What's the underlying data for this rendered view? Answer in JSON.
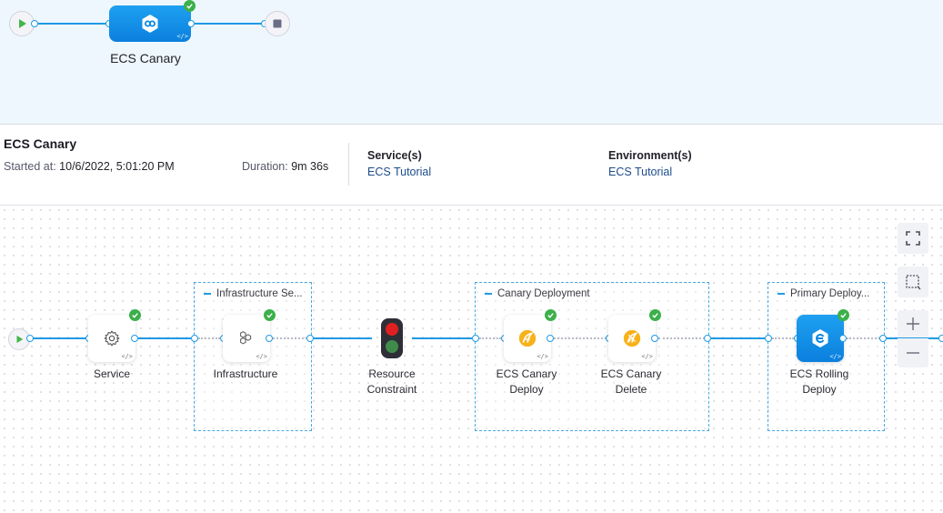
{
  "top_pipeline": {
    "stage_label": "ECS Canary",
    "code_icon": "</>"
  },
  "info": {
    "title": "ECS Canary",
    "started_label": "Started at:",
    "started_value": "10/6/2022, 5:01:20 PM",
    "duration_label": "Duration:",
    "duration_value": "9m 36s",
    "service_header": "Service(s)",
    "service_value": "ECS Tutorial",
    "environment_header": "Environment(s)",
    "environment_value": "ECS Tutorial"
  },
  "steps": {
    "service": "Service",
    "infrastructure_group": "Infrastructure Se...",
    "infrastructure": "Infrastructure",
    "resource_constraint": "Resource\nConstraint",
    "canary_group": "Canary Deployment",
    "canary_deploy": "ECS Canary\nDeploy",
    "canary_delete": "ECS Canary\nDelete",
    "primary_group": "Primary Deploy...",
    "rolling_deploy": "ECS Rolling\nDeploy",
    "code_icon": "</>"
  },
  "colors": {
    "accent": "#1f9be6",
    "success": "#3cb04a",
    "stage_blue": "#0b88e3",
    "link": "#1d4d8c"
  },
  "icons": [
    "play-icon",
    "stop-icon",
    "check-icon",
    "gear-icon",
    "hexagons-icon",
    "traffic-light-icon",
    "canary-icon",
    "ecs-icon",
    "fullscreen-icon",
    "select-area-icon",
    "zoom-in-icon",
    "zoom-out-icon"
  ]
}
